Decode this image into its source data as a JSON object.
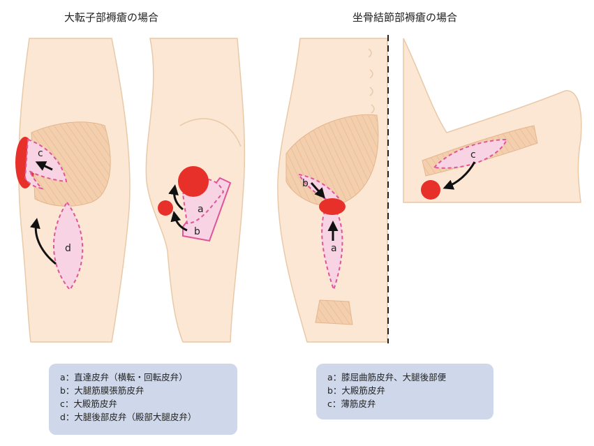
{
  "titles": {
    "left": "大転子部褥瘡の場合",
    "right": "坐骨結節部褥瘡の場合"
  },
  "labels": {
    "left_c": "c",
    "left_d": "d",
    "mid_a": "a",
    "mid_b": "b",
    "right_b": "b",
    "right_a": "a",
    "far_c": "c"
  },
  "legend_left": [
    "a：直達皮弁（横転・回転皮弁）",
    "b：大腿筋膜張筋皮弁",
    "c：大殿筋皮弁",
    "d：大腿後部皮弁（殿部大腿皮弁）"
  ],
  "legend_right": [
    "a：膝屈曲筋皮弁、大腿後部便",
    "b：大殿筋皮弁",
    "c：薄筋皮弁"
  ],
  "colors": {
    "skin": "#fbe7d3",
    "skin_outline": "#e8c9a8",
    "muscle": "#f3cfae",
    "ulcer": "#e8302a",
    "flap_fill": "#f7d3e3",
    "flap_outline": "#e0559a",
    "legend_bg": "#cfd8ea"
  }
}
